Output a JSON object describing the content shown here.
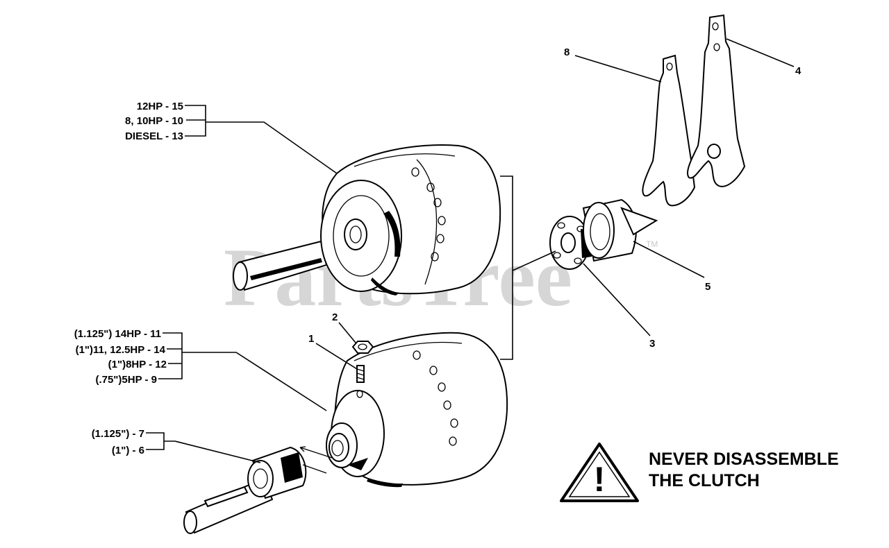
{
  "watermark": {
    "text": "PartsTree",
    "trademark": "TM"
  },
  "upper_pulley_group": {
    "labels": [
      "12HP - 15",
      "8, 10HP - 10",
      "DIESEL - 13"
    ]
  },
  "lower_pulley_group": {
    "labels": [
      "(1.125\") 14HP - 11",
      "(1\")11, 12.5HP - 14",
      "(1\")8HP - 12",
      "(.75\")5HP - 9"
    ]
  },
  "bushing_group": {
    "labels": [
      "(1.125\") - 7",
      "(1\") - 6"
    ]
  },
  "callouts": {
    "screw": "1",
    "nut": "2",
    "clutch_cone": "3",
    "fork_right": "4",
    "clutch_dog": "5",
    "fork_left": "8"
  },
  "warning": {
    "line1": "NEVER DISASSEMBLE",
    "line2": "THE CLUTCH",
    "symbol": "!"
  },
  "icons": {
    "warning": "warning-triangle-icon"
  }
}
